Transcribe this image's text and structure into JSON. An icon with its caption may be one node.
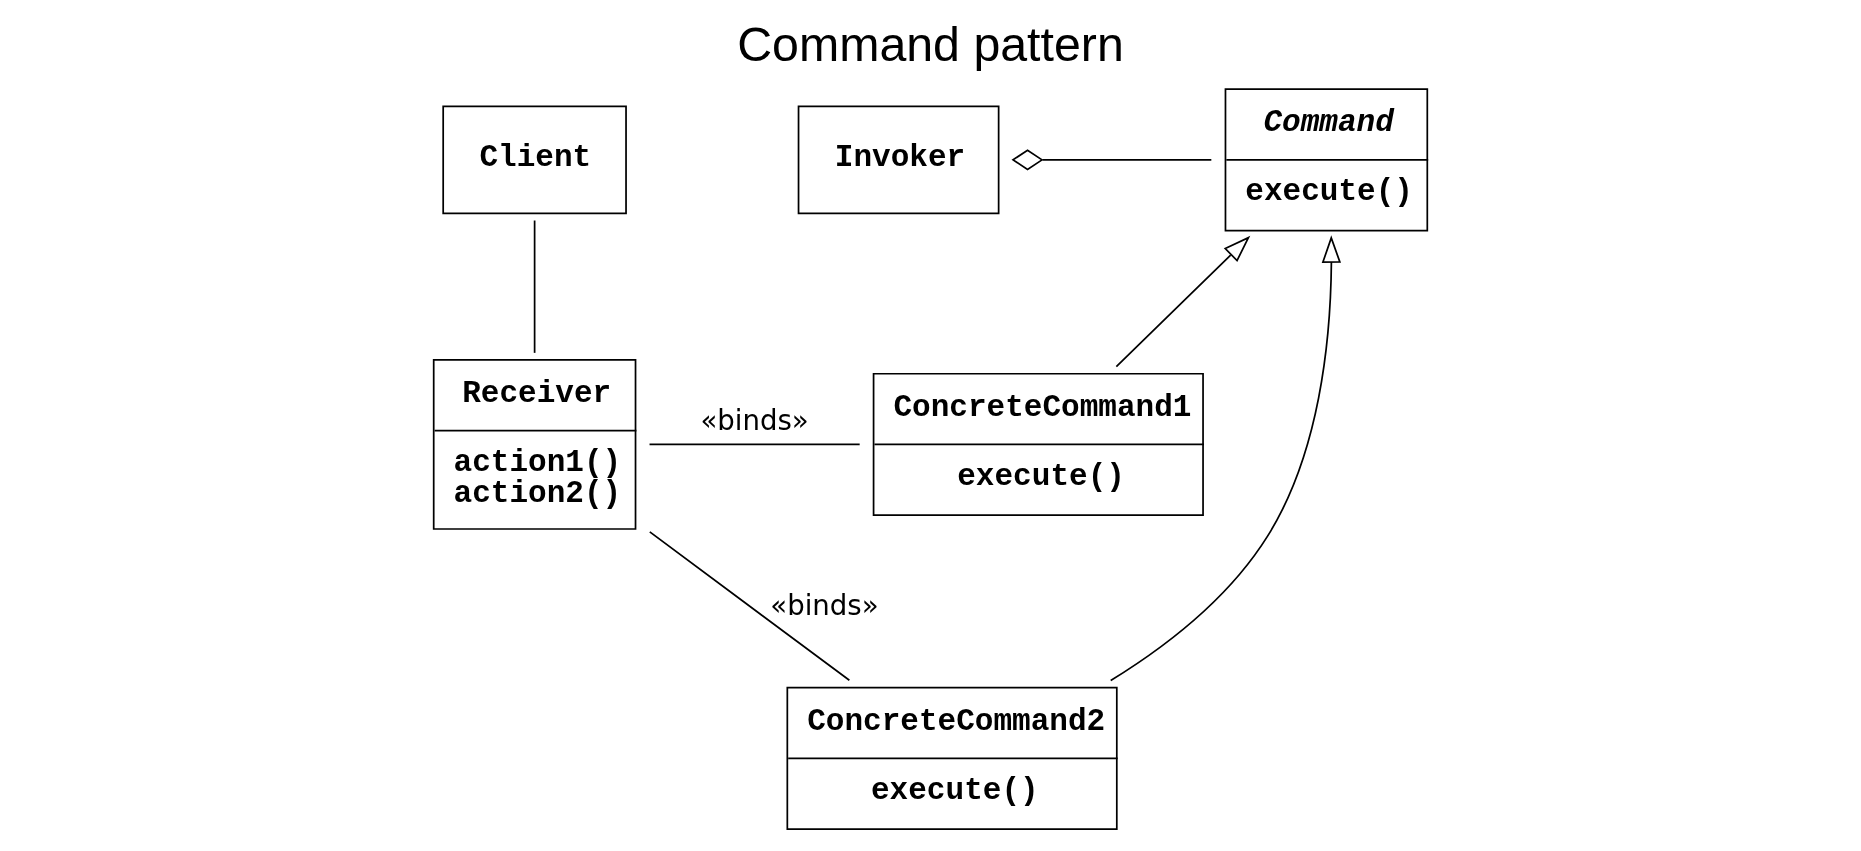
{
  "diagram": {
    "title": "Command pattern",
    "nodes": [
      {
        "text": [
          "Client"
        ]
      },
      {
        "text": [
          "Invoker"
        ]
      },
      {
        "text": [
          "Command",
          "execute()"
        ]
      },
      {
        "text": [
          "Receiver",
          "action1() action2()"
        ]
      },
      {
        "text": [
          "ConcreteCommand1",
          "execute()"
        ]
      },
      {
        "text": [
          "ConcreteCommand2",
          "execute()"
        ]
      }
    ],
    "edges": [
      {
        "from": 1,
        "to": 2,
        "arrow": "other"
      },
      {
        "from": 0,
        "to": 3,
        "arrow": "none"
      },
      {
        "from": 4,
        "to": 2,
        "arrow": "to"
      },
      {
        "from": 5,
        "to": 2,
        "arrow": "to"
      },
      {
        "from": 3,
        "to": 4,
        "arrow": "none",
        "label": "«binds»"
      },
      {
        "from": 3,
        "to": 5,
        "arrow": "none",
        "label": "«binds»"
      }
    ]
  }
}
